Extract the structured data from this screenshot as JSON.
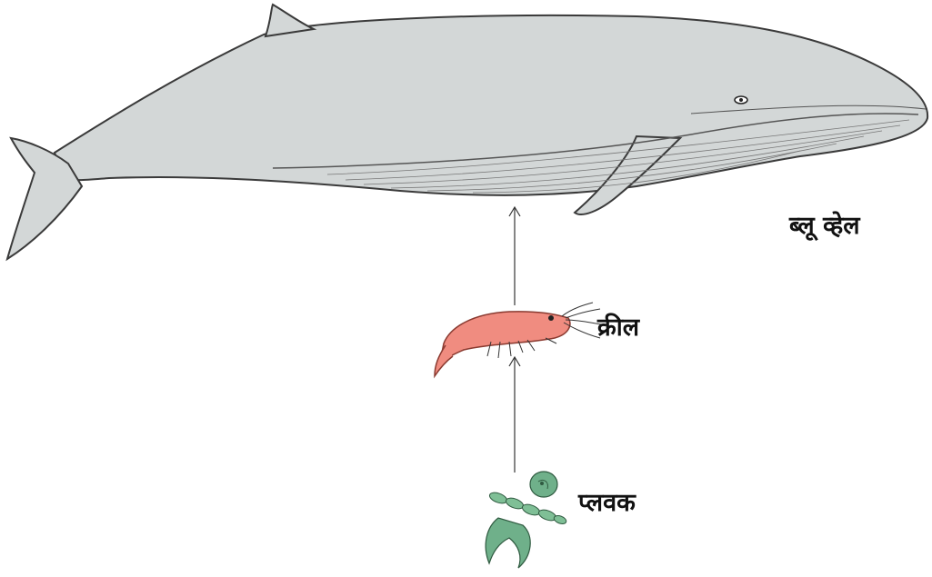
{
  "labels": {
    "whale": "ब्लू व्हेल",
    "krill": "क्रील",
    "plankton": "प्लवक"
  },
  "colors": {
    "whale_body": "#d3d7d7",
    "whale_outline": "#3a3a3a",
    "krill_body": "#f08c80",
    "plankton_green": "#6fb08a",
    "arrow": "#333333"
  }
}
